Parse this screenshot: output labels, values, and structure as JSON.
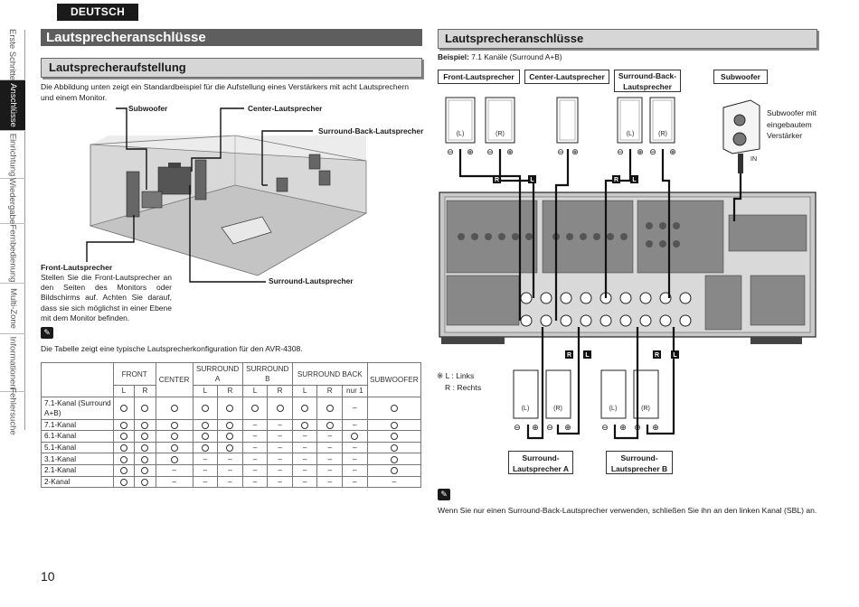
{
  "lang_tab": "DEUTSCH",
  "nav": [
    {
      "label": "Erste Schritte",
      "active": false
    },
    {
      "label": "Anschlüsse",
      "active": true
    },
    {
      "label": "Einrichtung",
      "active": false
    },
    {
      "label": "Wiedergabe",
      "active": false
    },
    {
      "label": "Fernbedienung",
      "active": false
    },
    {
      "label": "Multi-Zone",
      "active": false
    },
    {
      "label": "Informationen",
      "active": false
    },
    {
      "label": "Fehlersuche",
      "active": false
    }
  ],
  "left": {
    "title": "Lautsprecheranschlüsse",
    "subtitle": "Lautsprecheraufstellung",
    "intro": "Die Abbildung unten zeigt ein Standardbeispiel für die Aufstellung eines Verstärkers mit acht Lautsprechern und einem Monitor.",
    "callouts": {
      "subwoofer": "Subwoofer",
      "center": "Center-Lautsprecher",
      "surround_back": "Surround-Back-Lautsprecher",
      "surround": "Surround-Lautsprecher"
    },
    "front_title": "Front-Lautsprecher",
    "front_desc": "Stellen Sie die Front-Lautsprecher an den Seiten des Monitors oder Bildschirms auf. Achten Sie darauf, dass sie sich möglichst in einer Ebene mit dem Monitor befinden.",
    "table_intro": "Die Tabelle zeigt eine typische Lautsprecherkonfiguration für den AVR-4308."
  },
  "table": {
    "groups": [
      "FRONT",
      "CENTER",
      "SURROUND A",
      "SURROUND B",
      "SURROUND BACK",
      "SUBWOOFER"
    ],
    "subheaders": [
      "L",
      "R",
      "L",
      "R",
      "L",
      "R",
      "L",
      "R",
      "nur 1"
    ],
    "rows": [
      {
        "label": "7.1-Kanal (Surround A+B)",
        "cells": [
          "O",
          "O",
          "O",
          "O",
          "O",
          "O",
          "O",
          "O",
          "O",
          "–",
          "O"
        ]
      },
      {
        "label": "7.1-Kanal",
        "cells": [
          "O",
          "O",
          "O",
          "O",
          "O",
          "–",
          "–",
          "O",
          "O",
          "–",
          "O"
        ]
      },
      {
        "label": "6.1-Kanal",
        "cells": [
          "O",
          "O",
          "O",
          "O",
          "O",
          "–",
          "–",
          "–",
          "–",
          "O",
          "O"
        ]
      },
      {
        "label": "5.1-Kanal",
        "cells": [
          "O",
          "O",
          "O",
          "O",
          "O",
          "–",
          "–",
          "–",
          "–",
          "–",
          "O"
        ]
      },
      {
        "label": "3.1-Kanal",
        "cells": [
          "O",
          "O",
          "O",
          "–",
          "–",
          "–",
          "–",
          "–",
          "–",
          "–",
          "O"
        ]
      },
      {
        "label": "2.1-Kanal",
        "cells": [
          "O",
          "O",
          "–",
          "–",
          "–",
          "–",
          "–",
          "–",
          "–",
          "–",
          "O"
        ]
      },
      {
        "label": "2-Kanal",
        "cells": [
          "O",
          "O",
          "–",
          "–",
          "–",
          "–",
          "–",
          "–",
          "–",
          "–",
          "–"
        ]
      }
    ]
  },
  "right": {
    "title": "Lautsprecheranschlüsse",
    "example_label": "Beispiel:",
    "example_value": "7.1 Kanäle (Surround A+B)",
    "labels": {
      "front": "Front-Lautsprecher",
      "center": "Center-Lautsprecher",
      "surround_back": "Surround-Back-Lautsprecher",
      "subwoofer": "Subwoofer",
      "surround_a": "Surround-Lautsprecher A",
      "surround_b": "Surround-Lautsprecher B"
    },
    "sub_note": "Subwoofer mit eingebautem Verstärker",
    "in_label": "IN",
    "legend_l": "※ L : Links",
    "legend_r": "R : Rechts",
    "bottom_note": "Wenn Sie nur einen Surround-Back-Lautsprecher verwenden, schließen Sie ihn an den linken Kanal (SBL) an."
  },
  "page_number": "10"
}
